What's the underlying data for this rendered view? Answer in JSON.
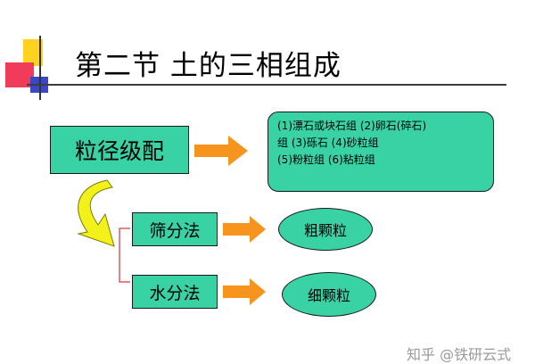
{
  "title": "第二节  土的三相组成",
  "main_box": "粒径级配",
  "groups": {
    "line1": "(1)漂石或块石组 (2)卵石(碎石)",
    "line2": "组 (3)砾石 (4)砂粒组",
    "line3": "(5)粉粒组 (6)粘粒组"
  },
  "methods": [
    {
      "label": "筛分法",
      "result": "粗颗粒"
    },
    {
      "label": "水分法",
      "result": "细颗粒"
    }
  ],
  "watermark": "知乎 @铁研云式",
  "colors": {
    "box_fill": "#38d2a4",
    "arrow_orange": "#f7941d",
    "curved_arrow_yellow": "#f2f21a"
  }
}
